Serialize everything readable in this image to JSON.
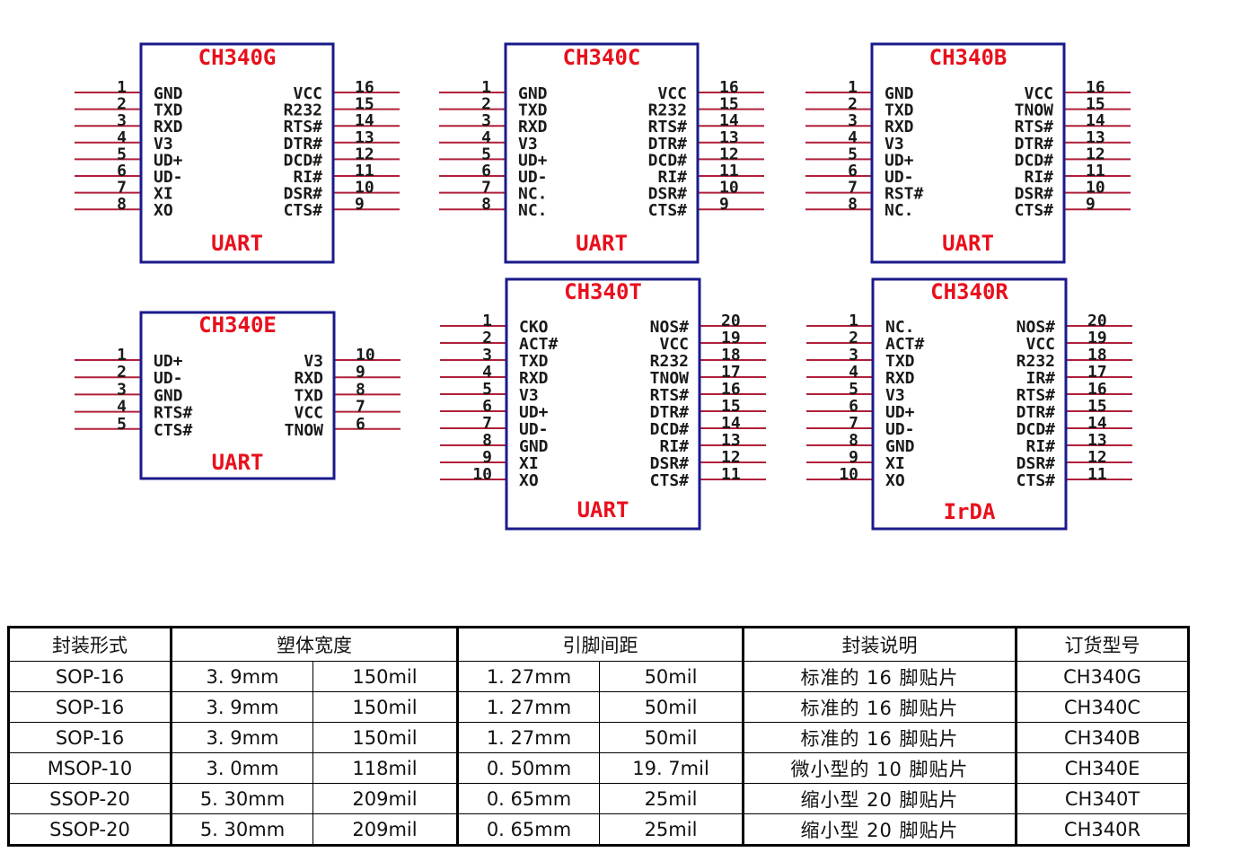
{
  "chips": [
    {
      "title": "CH340G",
      "interface": "UART",
      "left_pins": [
        {
          "num": "1",
          "name": "GND"
        },
        {
          "num": "2",
          "name": "TXD"
        },
        {
          "num": "3",
          "name": "RXD"
        },
        {
          "num": "4",
          "name": "V3"
        },
        {
          "num": "5",
          "name": "UD+"
        },
        {
          "num": "6",
          "name": "UD-"
        },
        {
          "num": "7",
          "name": "XI"
        },
        {
          "num": "8",
          "name": "XO"
        }
      ],
      "right_pins": [
        {
          "num": "16",
          "name": "VCC"
        },
        {
          "num": "15",
          "name": "R232"
        },
        {
          "num": "14",
          "name": "RTS#"
        },
        {
          "num": "13",
          "name": "DTR#"
        },
        {
          "num": "12",
          "name": "DCD#"
        },
        {
          "num": "11",
          "name": "RI#"
        },
        {
          "num": "10",
          "name": "DSR#"
        },
        {
          "num": "9",
          "name": "CTS#"
        }
      ]
    },
    {
      "title": "CH340C",
      "interface": "UART",
      "left_pins": [
        {
          "num": "1",
          "name": "GND"
        },
        {
          "num": "2",
          "name": "TXD"
        },
        {
          "num": "3",
          "name": "RXD"
        },
        {
          "num": "4",
          "name": "V3"
        },
        {
          "num": "5",
          "name": "UD+"
        },
        {
          "num": "6",
          "name": "UD-"
        },
        {
          "num": "7",
          "name": "NC."
        },
        {
          "num": "8",
          "name": "NC."
        }
      ],
      "right_pins": [
        {
          "num": "16",
          "name": "VCC"
        },
        {
          "num": "15",
          "name": "R232"
        },
        {
          "num": "14",
          "name": "RTS#"
        },
        {
          "num": "13",
          "name": "DTR#"
        },
        {
          "num": "12",
          "name": "DCD#"
        },
        {
          "num": "11",
          "name": "RI#"
        },
        {
          "num": "10",
          "name": "DSR#"
        },
        {
          "num": "9",
          "name": "CTS#"
        }
      ]
    },
    {
      "title": "CH340B",
      "interface": "UART",
      "left_pins": [
        {
          "num": "1",
          "name": "GND"
        },
        {
          "num": "2",
          "name": "TXD"
        },
        {
          "num": "3",
          "name": "RXD"
        },
        {
          "num": "4",
          "name": "V3"
        },
        {
          "num": "5",
          "name": "UD+"
        },
        {
          "num": "6",
          "name": "UD-"
        },
        {
          "num": "7",
          "name": "RST#"
        },
        {
          "num": "8",
          "name": "NC."
        }
      ],
      "right_pins": [
        {
          "num": "16",
          "name": "VCC"
        },
        {
          "num": "15",
          "name": "TNOW"
        },
        {
          "num": "14",
          "name": "RTS#"
        },
        {
          "num": "13",
          "name": "DTR#"
        },
        {
          "num": "12",
          "name": "DCD#"
        },
        {
          "num": "11",
          "name": "RI#"
        },
        {
          "num": "10",
          "name": "DSR#"
        },
        {
          "num": "9",
          "name": "CTS#"
        }
      ]
    },
    {
      "title": "CH340E",
      "interface": "UART",
      "left_pins": [
        {
          "num": "1",
          "name": "UD+"
        },
        {
          "num": "2",
          "name": "UD-"
        },
        {
          "num": "3",
          "name": "GND"
        },
        {
          "num": "4",
          "name": "RTS#"
        },
        {
          "num": "5",
          "name": "CTS#"
        }
      ],
      "right_pins": [
        {
          "num": "10",
          "name": "V3"
        },
        {
          "num": "9",
          "name": "RXD"
        },
        {
          "num": "8",
          "name": "TXD"
        },
        {
          "num": "7",
          "name": "VCC"
        },
        {
          "num": "6",
          "name": "TNOW"
        }
      ]
    },
    {
      "title": "CH340T",
      "interface": "UART",
      "left_pins": [
        {
          "num": "1",
          "name": "CKO"
        },
        {
          "num": "2",
          "name": "ACT#"
        },
        {
          "num": "3",
          "name": "TXD"
        },
        {
          "num": "4",
          "name": "RXD"
        },
        {
          "num": "5",
          "name": "V3"
        },
        {
          "num": "6",
          "name": "UD+"
        },
        {
          "num": "7",
          "name": "UD-"
        },
        {
          "num": "8",
          "name": "GND"
        },
        {
          "num": "9",
          "name": "XI"
        },
        {
          "num": "10",
          "name": "XO"
        }
      ],
      "right_pins": [
        {
          "num": "20",
          "name": "NOS#"
        },
        {
          "num": "19",
          "name": "VCC"
        },
        {
          "num": "18",
          "name": "R232"
        },
        {
          "num": "17",
          "name": "TNOW"
        },
        {
          "num": "16",
          "name": "RTS#"
        },
        {
          "num": "15",
          "name": "DTR#"
        },
        {
          "num": "14",
          "name": "DCD#"
        },
        {
          "num": "13",
          "name": "RI#"
        },
        {
          "num": "12",
          "name": "DSR#"
        },
        {
          "num": "11",
          "name": "CTS#"
        }
      ]
    },
    {
      "title": "CH340R",
      "interface": "IrDA",
      "left_pins": [
        {
          "num": "1",
          "name": "NC."
        },
        {
          "num": "2",
          "name": "ACT#"
        },
        {
          "num": "3",
          "name": "TXD"
        },
        {
          "num": "4",
          "name": "RXD"
        },
        {
          "num": "5",
          "name": "V3"
        },
        {
          "num": "6",
          "name": "UD+"
        },
        {
          "num": "7",
          "name": "UD-"
        },
        {
          "num": "8",
          "name": "GND"
        },
        {
          "num": "9",
          "name": "XI"
        },
        {
          "num": "10",
          "name": "XO"
        }
      ],
      "right_pins": [
        {
          "num": "20",
          "name": "NOS#"
        },
        {
          "num": "19",
          "name": "VCC"
        },
        {
          "num": "18",
          "name": "R232"
        },
        {
          "num": "17",
          "name": "IR#"
        },
        {
          "num": "16",
          "name": "RTS#"
        },
        {
          "num": "15",
          "name": "DTR#"
        },
        {
          "num": "14",
          "name": "DCD#"
        },
        {
          "num": "13",
          "name": "RI#"
        },
        {
          "num": "12",
          "name": "DSR#"
        },
        {
          "num": "11",
          "name": "CTS#"
        }
      ]
    }
  ],
  "table": {
    "headers": {
      "package": "封装形式",
      "body_width": "塑体宽度",
      "pin_pitch": "引脚间距",
      "description": "封装说明",
      "order_model": "订货型号"
    },
    "rows": [
      {
        "package": "SOP-16",
        "width_mm": "3. 9mm",
        "width_mil": "150mil",
        "pitch_mm": "1. 27mm",
        "pitch_mil": "50mil",
        "description": "标准的 16 脚贴片",
        "model": "CH340G"
      },
      {
        "package": "SOP-16",
        "width_mm": "3. 9mm",
        "width_mil": "150mil",
        "pitch_mm": "1. 27mm",
        "pitch_mil": "50mil",
        "description": "标准的 16 脚贴片",
        "model": "CH340C"
      },
      {
        "package": "SOP-16",
        "width_mm": "3. 9mm",
        "width_mil": "150mil",
        "pitch_mm": "1. 27mm",
        "pitch_mil": "50mil",
        "description": "标准的 16 脚贴片",
        "model": "CH340B"
      },
      {
        "package": "MSOP-10",
        "width_mm": "3. 0mm",
        "width_mil": "118mil",
        "pitch_mm": "0. 50mm",
        "pitch_mil": "19. 7mil",
        "description": "微小型的 10 脚贴片",
        "model": "CH340E"
      },
      {
        "package": "SSOP-20",
        "width_mm": "5. 30mm",
        "width_mil": "209mil",
        "pitch_mm": "0. 65mm",
        "pitch_mil": "25mil",
        "description": "缩小型 20 脚贴片",
        "model": "CH340T"
      },
      {
        "package": "SSOP-20",
        "width_mm": "5. 30mm",
        "width_mil": "209mil",
        "pitch_mm": "0. 65mm",
        "pitch_mil": "25mil",
        "description": "缩小型 20 脚贴片",
        "model": "CH340R"
      }
    ]
  },
  "colors": {
    "chip_border": "#1a1a8c",
    "chip_title": "#e8101c",
    "pin_line": "#b0203a"
  }
}
